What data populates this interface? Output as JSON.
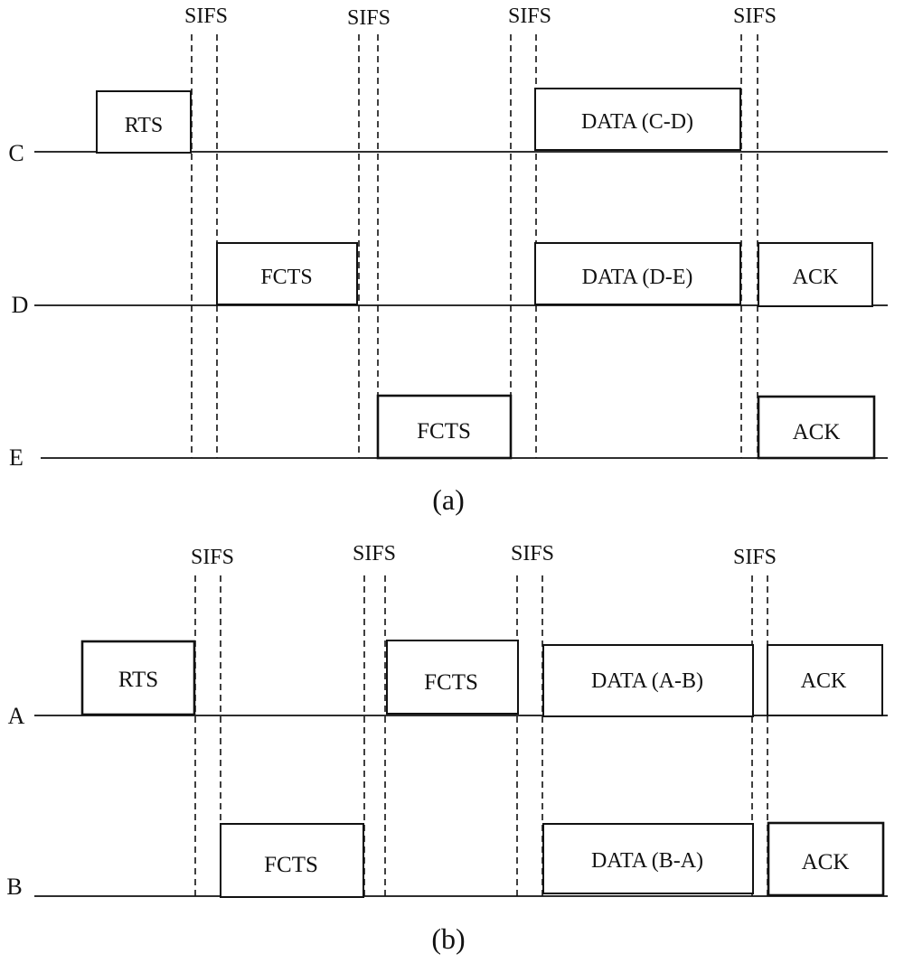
{
  "diagram_a": {
    "caption": "(a)",
    "stations": [
      {
        "label": "C"
      },
      {
        "label": "D"
      },
      {
        "label": "E"
      }
    ],
    "sifs": [
      "SIFS",
      "SIFS",
      "SIFS",
      "SIFS"
    ],
    "frames": [
      {
        "station": "C",
        "label": "RTS"
      },
      {
        "station": "C",
        "label": "DATA (C-D)"
      },
      {
        "station": "D",
        "label": "FCTS"
      },
      {
        "station": "D",
        "label": "DATA (D-E)"
      },
      {
        "station": "D",
        "label": "ACK"
      },
      {
        "station": "E",
        "label": "FCTS"
      },
      {
        "station": "E",
        "label": "ACK"
      }
    ]
  },
  "diagram_b": {
    "caption": "(b)",
    "stations": [
      {
        "label": "A"
      },
      {
        "label": "B"
      }
    ],
    "sifs": [
      "SIFS",
      "SIFS",
      "SIFS",
      "SIFS"
    ],
    "frames": [
      {
        "station": "A",
        "label": "RTS"
      },
      {
        "station": "A",
        "label": "FCTS"
      },
      {
        "station": "A",
        "label": "DATA (A-B)"
      },
      {
        "station": "A",
        "label": "ACK"
      },
      {
        "station": "B",
        "label": "FCTS"
      },
      {
        "station": "B",
        "label": "DATA (B-A)"
      },
      {
        "station": "B",
        "label": "ACK"
      }
    ]
  }
}
